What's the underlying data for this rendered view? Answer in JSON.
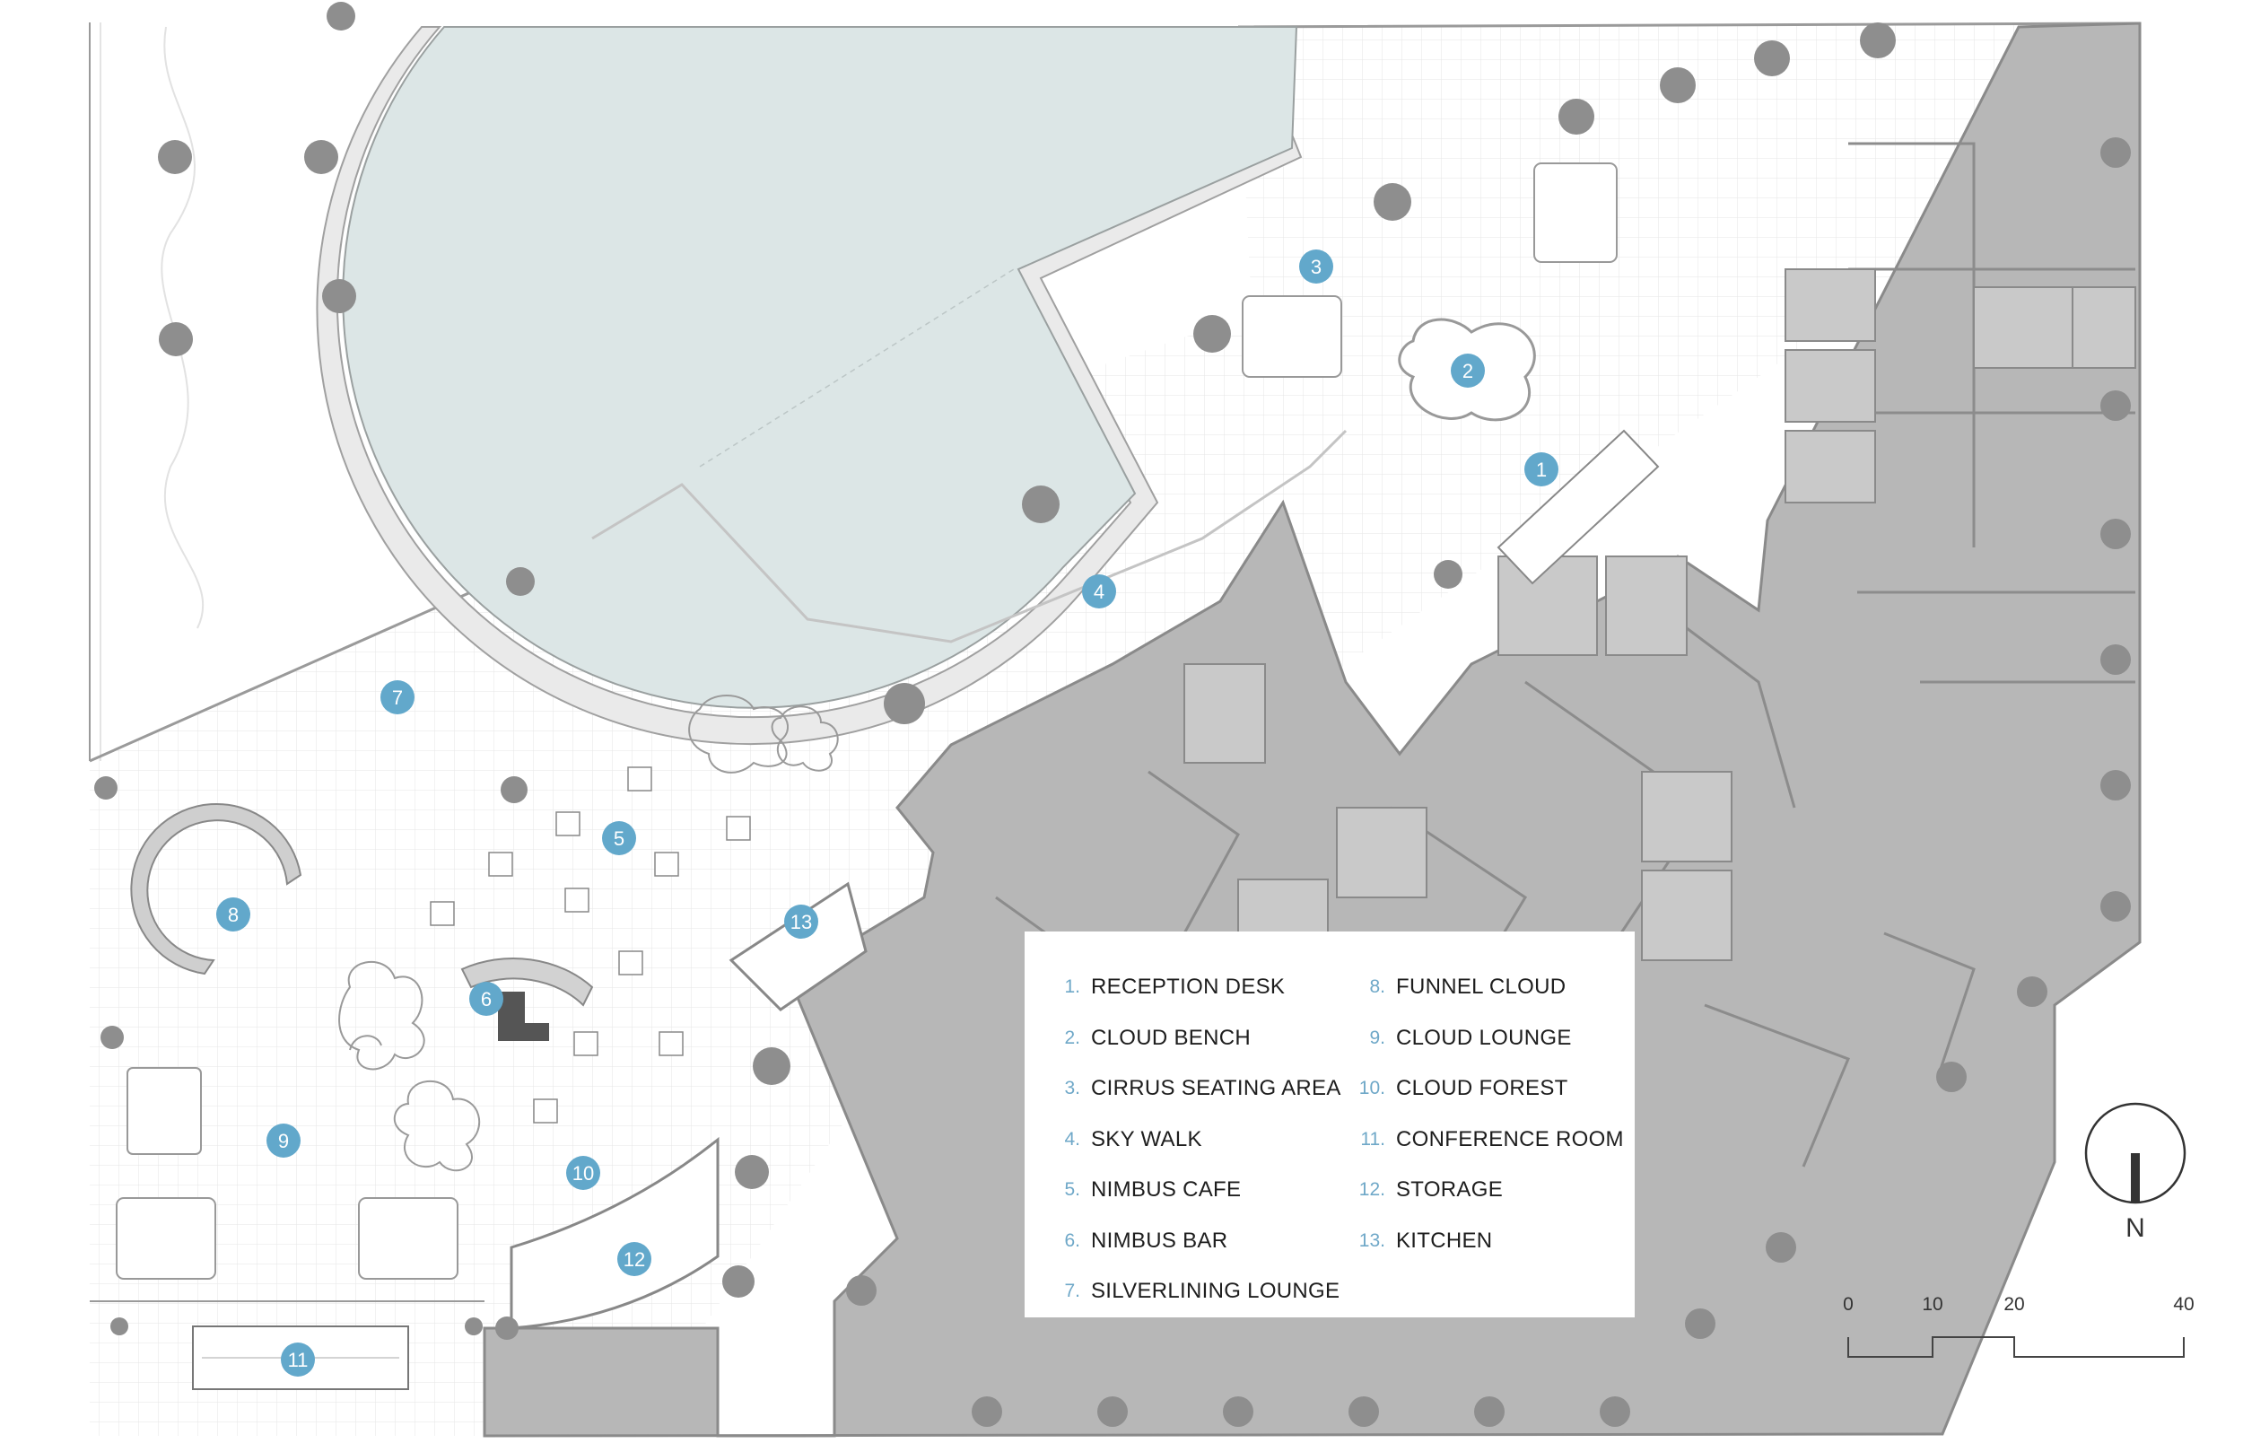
{
  "legend": {
    "col1": [
      {
        "num": "1.",
        "label": "RECEPTION DESK"
      },
      {
        "num": "2.",
        "label": "CLOUD BENCH"
      },
      {
        "num": "3.",
        "label": "CIRRUS SEATING AREA"
      },
      {
        "num": "4.",
        "label": "SKY WALK"
      },
      {
        "num": "5.",
        "label": "NIMBUS CAFE"
      },
      {
        "num": "6.",
        "label": "NIMBUS BAR"
      },
      {
        "num": "7.",
        "label": "SILVERLINING LOUNGE"
      }
    ],
    "col2": [
      {
        "num": "8.",
        "label": "FUNNEL CLOUD"
      },
      {
        "num": "9.",
        "label": "CLOUD LOUNGE"
      },
      {
        "num": "10.",
        "label": "CLOUD FOREST"
      },
      {
        "num": "11.",
        "label": "CONFERENCE ROOM"
      },
      {
        "num": "12.",
        "label": "STORAGE"
      },
      {
        "num": "13.",
        "label": "KITCHEN"
      }
    ]
  },
  "markers": [
    "1",
    "2",
    "3",
    "4",
    "5",
    "6",
    "7",
    "8",
    "9",
    "10",
    "11",
    "12",
    "13"
  ],
  "scale": {
    "ticks": [
      "0",
      "10",
      "20",
      "40"
    ]
  },
  "north": "N",
  "colors": {
    "marker": "#62a8cb",
    "core": "#b5b5b5",
    "pool": "#dce6e6",
    "column": "#8c8c8c",
    "floor": "#f4f4f4"
  }
}
